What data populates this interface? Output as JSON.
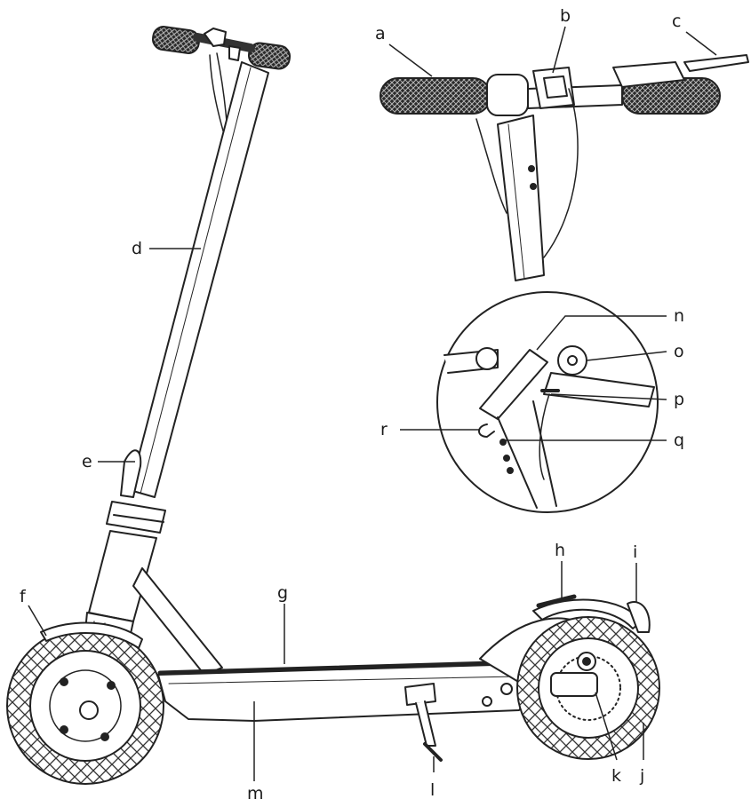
{
  "labels": {
    "a": "a",
    "b": "b",
    "c": "c",
    "d": "d",
    "e": "e",
    "f": "f",
    "g": "g",
    "h": "h",
    "i": "i",
    "j": "j",
    "k": "k",
    "l": "l",
    "m": "m",
    "n": "n",
    "o": "o",
    "p": "p",
    "q": "q",
    "r": "r"
  }
}
